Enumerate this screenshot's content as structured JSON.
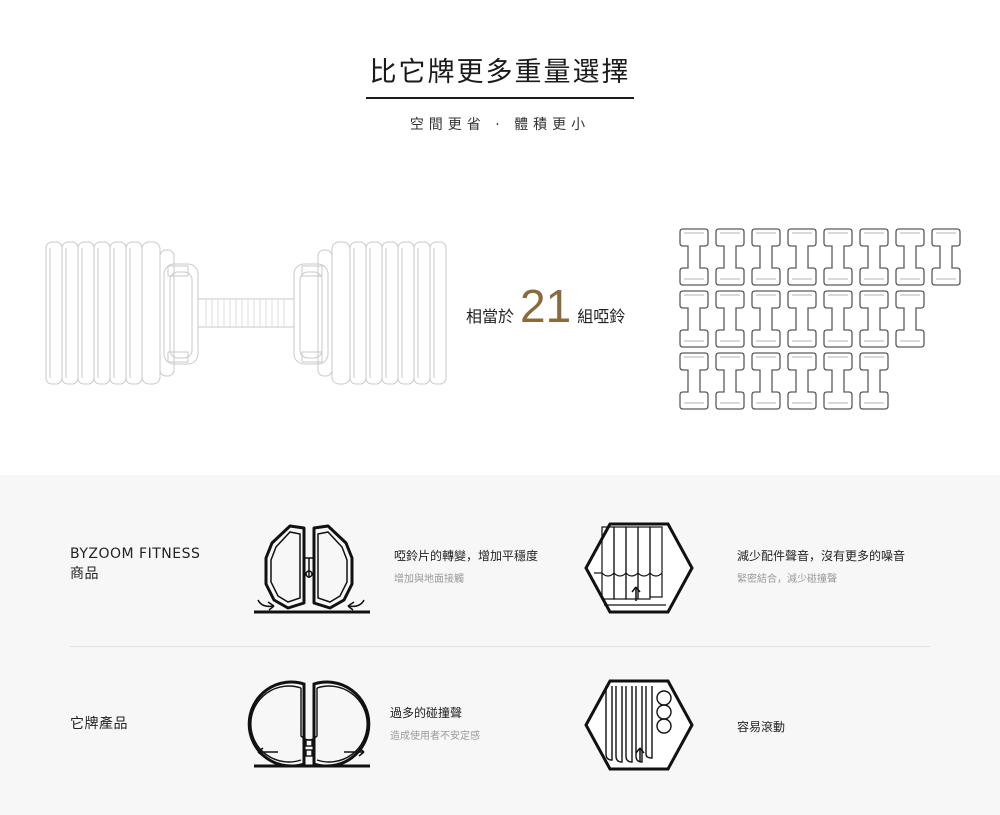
{
  "header": {
    "title": "比它牌更多重量選擇",
    "subtitle": "空間更省 · 體積更小"
  },
  "equivalence": {
    "prefix": "相當於",
    "number": "21",
    "suffix": "組啞鈴",
    "dumbbell_rows": [
      8,
      7,
      6
    ]
  },
  "comparison": {
    "rows": [
      {
        "label_line1": "BYZOOM FITNESS",
        "label_line2": "商品",
        "feature_a_main": "啞鈴片的轉變，增加平穩度",
        "feature_a_sub": "增加與地面接觸",
        "feature_b_main": "減少配件聲音，沒有更多的噪音",
        "feature_b_sub": "緊密結合，減少碰撞聲"
      },
      {
        "label_line1": "它牌產品",
        "feature_a_main": "過多的碰撞聲",
        "feature_a_sub": "造成使用者不安定感",
        "feature_b_main": "容易滾動"
      }
    ]
  },
  "colors": {
    "accent_gold": "#8a6b3d",
    "band_gray": "#f7f7f7"
  }
}
